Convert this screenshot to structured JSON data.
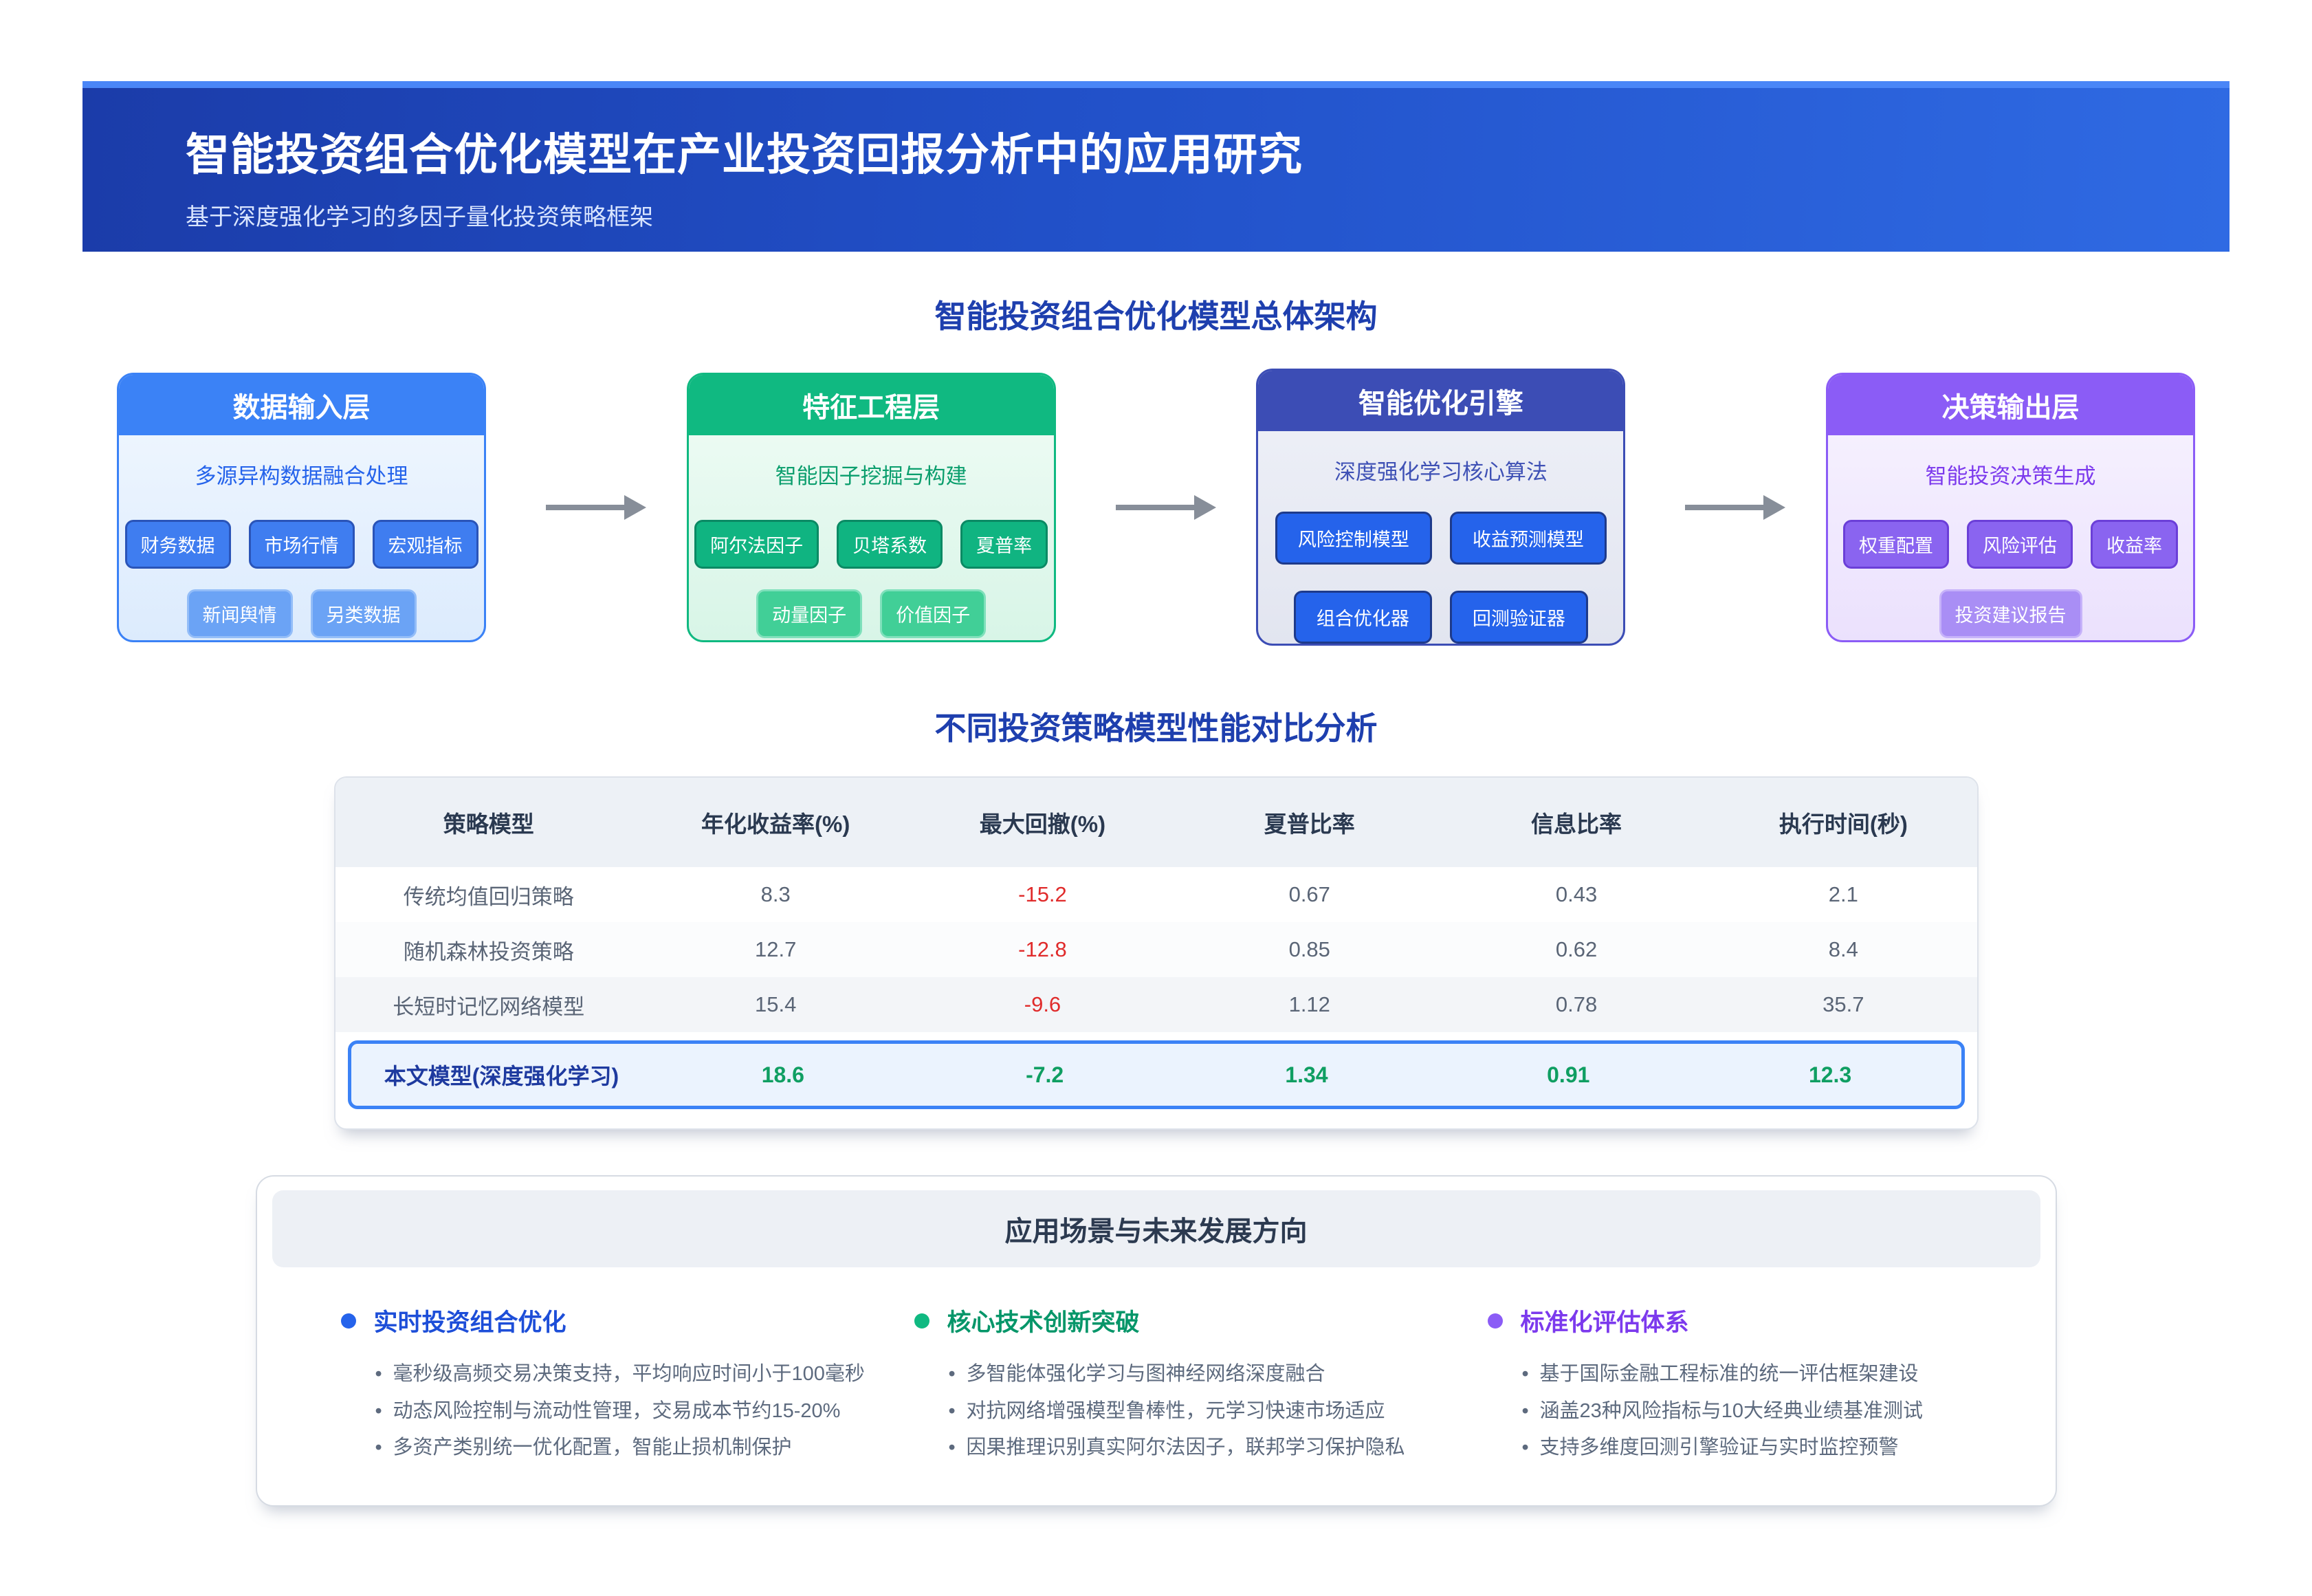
{
  "header": {
    "title": "智能投资组合优化模型在产业投资回报分析中的应用研究",
    "subtitle": "基于深度强化学习的多因子量化投资策略框架"
  },
  "colors": {
    "banner_gradient_start": "#1b3ca9",
    "banner_gradient_end": "#2f6ae3",
    "banner_top_strip": "#4a86f7",
    "section_title": "#1e3fae",
    "blue_theme": "#3b82f6",
    "green_theme": "#10b981",
    "indigo_theme": "#3c4db5",
    "purple_theme": "#8b5cf6",
    "negative_value": "#e02b2b",
    "positive_value": "#0f9e62",
    "highlight_border": "#3b82f6",
    "highlight_bg": "#ebf3fe"
  },
  "architecture": {
    "section_title": "智能投资组合优化模型总体架构",
    "layers": [
      {
        "title": "数据输入层",
        "subtitle": "多源异构数据融合处理",
        "chips_primary": [
          "财务数据",
          "市场行情",
          "宏观指标"
        ],
        "chips_secondary": [
          "新闻舆情",
          "另类数据"
        ]
      },
      {
        "title": "特征工程层",
        "subtitle": "智能因子挖掘与构建",
        "chips_primary": [
          "阿尔法因子",
          "贝塔系数",
          "夏普率"
        ],
        "chips_secondary": [
          "动量因子",
          "价值因子"
        ]
      },
      {
        "title": "智能优化引擎",
        "subtitle": "深度强化学习核心算法",
        "chips_primary": [
          "风险控制模型",
          "收益预测模型",
          "组合优化器",
          "回测验证器"
        ],
        "chips_secondary": []
      },
      {
        "title": "决策输出层",
        "subtitle": "智能投资决策生成",
        "chips_primary": [
          "权重配置",
          "风险评估",
          "收益率"
        ],
        "chips_secondary": [
          "投资建议报告"
        ]
      }
    ]
  },
  "performance": {
    "section_title": "不同投资策略模型性能对比分析",
    "columns": [
      "策略模型",
      "年化收益率(%)",
      "最大回撤(%)",
      "夏普比率",
      "信息比率",
      "执行时间(秒)"
    ],
    "rows": [
      {
        "cells": [
          "传统均值回归策略",
          "8.3",
          "-15.2",
          "0.67",
          "0.43",
          "2.1"
        ]
      },
      {
        "cells": [
          "随机森林投资策略",
          "12.7",
          "-12.8",
          "0.85",
          "0.62",
          "8.4"
        ]
      },
      {
        "cells": [
          "长短时记忆网络模型",
          "15.4",
          "-9.6",
          "1.12",
          "0.78",
          "35.7"
        ]
      }
    ],
    "highlight": {
      "cells": [
        "本文模型(深度强化学习)",
        "18.6",
        "-7.2",
        "1.34",
        "0.91",
        "12.3"
      ]
    }
  },
  "applications": {
    "section_title": "应用场景与未来发展方向",
    "columns": [
      {
        "heading": "实时投资组合优化",
        "items": [
          "毫秒级高频交易决策支持，平均响应时间小于100毫秒",
          "动态风险控制与流动性管理，交易成本节约15-20%",
          "多资产类别统一优化配置，智能止损机制保护"
        ]
      },
      {
        "heading": "核心技术创新突破",
        "items": [
          "多智能体强化学习与图神经网络深度融合",
          "对抗网络增强模型鲁棒性，元学习快速市场适应",
          "因果推理识别真实阿尔法因子，联邦学习保护隐私"
        ]
      },
      {
        "heading": "标准化评估体系",
        "items": [
          "基于国际金融工程标准的统一评估框架建设",
          "涵盖23种风险指标与10大经典业绩基准测试",
          "支持多维度回测引擎验证与实时监控预警"
        ]
      }
    ]
  }
}
